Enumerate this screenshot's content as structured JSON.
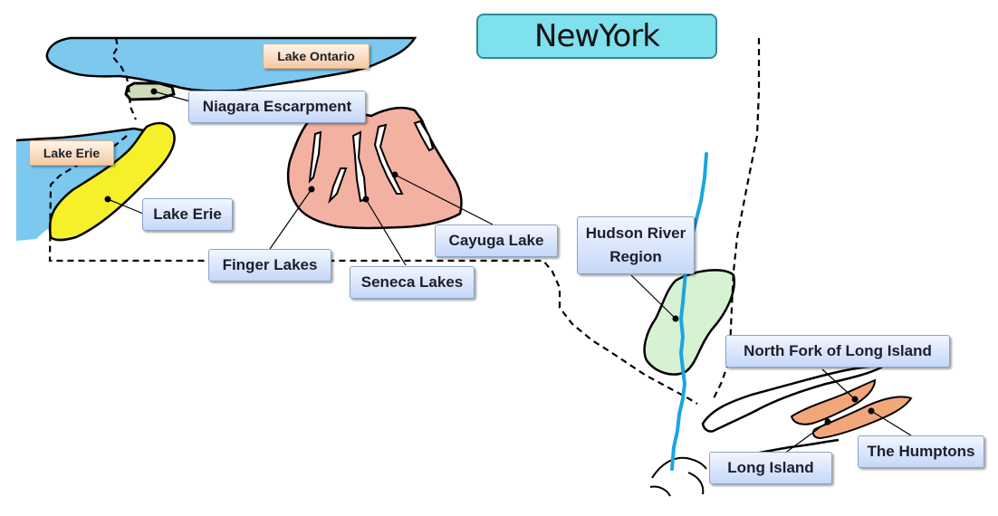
{
  "map": {
    "title": "NewYork",
    "water_labels": {
      "lake_ontario": "Lake Ontario",
      "lake_erie": "Lake Erie"
    },
    "region_labels": {
      "niagara_escarpment": "Niagara Escarpment",
      "lake_erie_region": "Lake Erie",
      "finger_lakes": "Finger Lakes",
      "seneca_lakes": "Seneca Lakes",
      "cayuga_lake": "Cayuga Lake",
      "hudson_river_region": "Hudson River Region",
      "north_fork": "North Fork of Long Island",
      "long_island": "Long Island",
      "the_humptons": "The Humptons"
    },
    "colors": {
      "water": "#7cc8ef",
      "lake_erie_region": "#f6f02a",
      "niagara_escarpment": "#cfdcb8",
      "finger_lakes": "#f3b1a2",
      "hudson_river_region": "#d6f2d2",
      "hudson_river": "#1aa6e0",
      "long_island_regions": "#f2a77a",
      "title_box": "#7fe0ee"
    }
  }
}
